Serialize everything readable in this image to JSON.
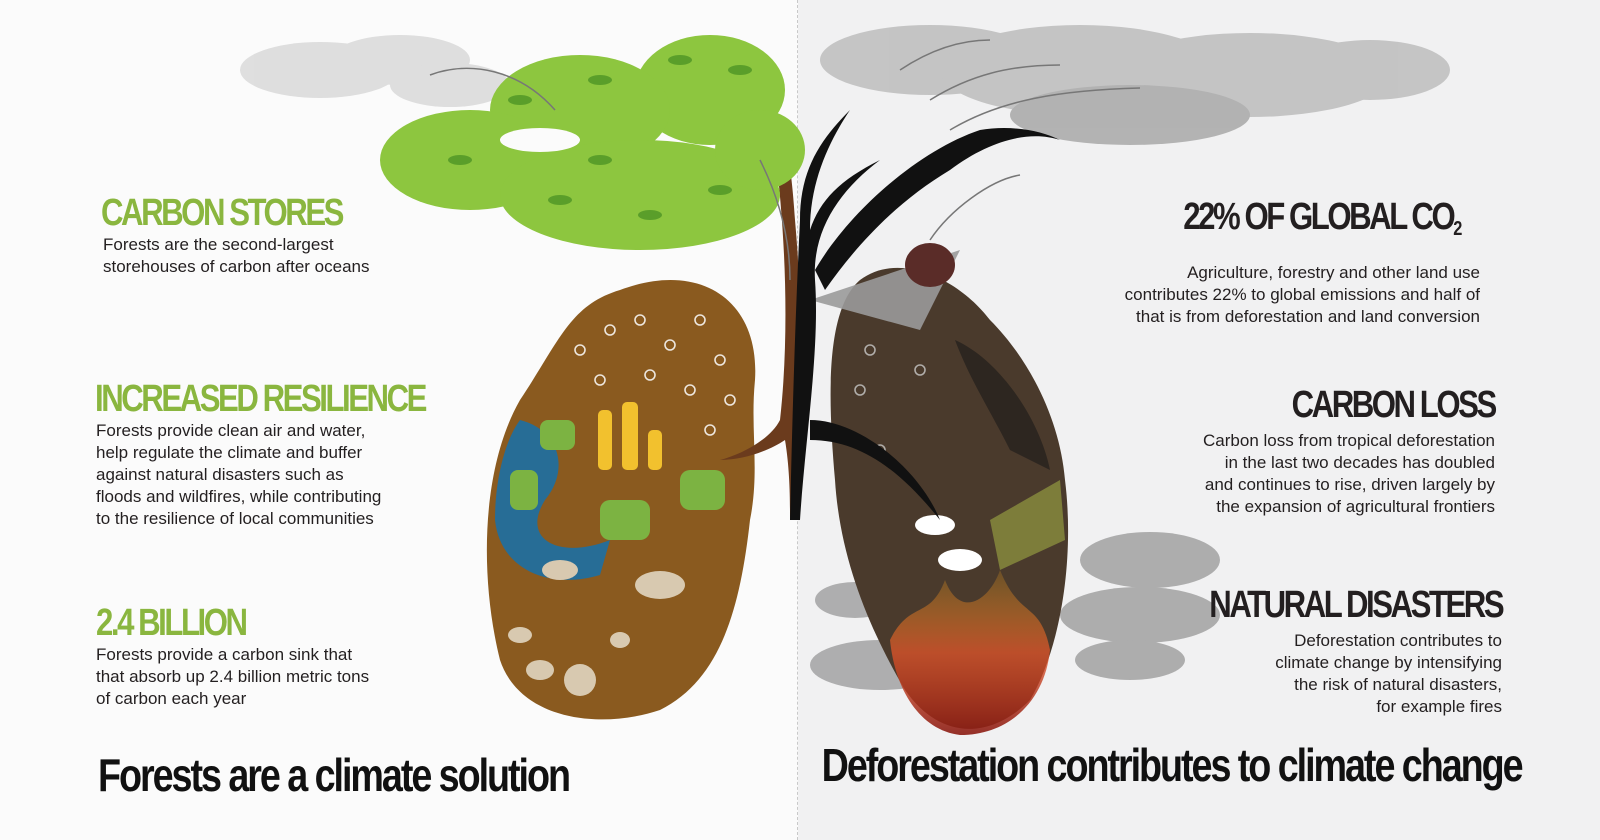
{
  "left": {
    "title": "Forests are a climate solution",
    "facts": [
      {
        "heading": "CARBON STORES",
        "lines": [
          "Forests are the second-largest",
          "storehouses of carbon after oceans"
        ]
      },
      {
        "heading": "INCREASED RESILIENCE",
        "lines": [
          "Forests provide clean air and water,",
          "help regulate the climate and buffer",
          "against natural disasters such as",
          "floods and wildfires, while contributing",
          "to the resilience of local communities"
        ]
      },
      {
        "heading": "2.4 BILLION",
        "lines": [
          "Forests provide a carbon sink that",
          "that absorb up 2.4 billion metric tons",
          "of carbon each year"
        ]
      }
    ]
  },
  "right": {
    "title": "Deforestation contributes to climate change",
    "facts": [
      {
        "heading": "22% OF GLOBAL CO",
        "heading_sub": "2",
        "lines": [
          "Agriculture, forestry and other land use",
          "contributes 22% to global emissions and half of",
          "that is from deforestation and land conversion"
        ]
      },
      {
        "heading": "CARBON LOSS",
        "lines": [
          "Carbon loss from tropical deforestation",
          "in the last two decades has doubled",
          "and continues to rise, driven largely by",
          "the expansion of agricultural frontiers"
        ]
      },
      {
        "heading": "NATURAL DISASTERS",
        "lines": [
          "Deforestation contributes to",
          "climate change by intensifying",
          "the risk of natural disasters,",
          "for example fires"
        ]
      }
    ]
  },
  "colors": {
    "accent_green": "#8ab63f",
    "canopy_green": "#8dc63f",
    "forest_lung_brown": "#8a5a1f",
    "burnt_lung_brown": "#4a3a2c",
    "trunk_brown": "#6b3b1d",
    "text_dark": "#231f20"
  }
}
